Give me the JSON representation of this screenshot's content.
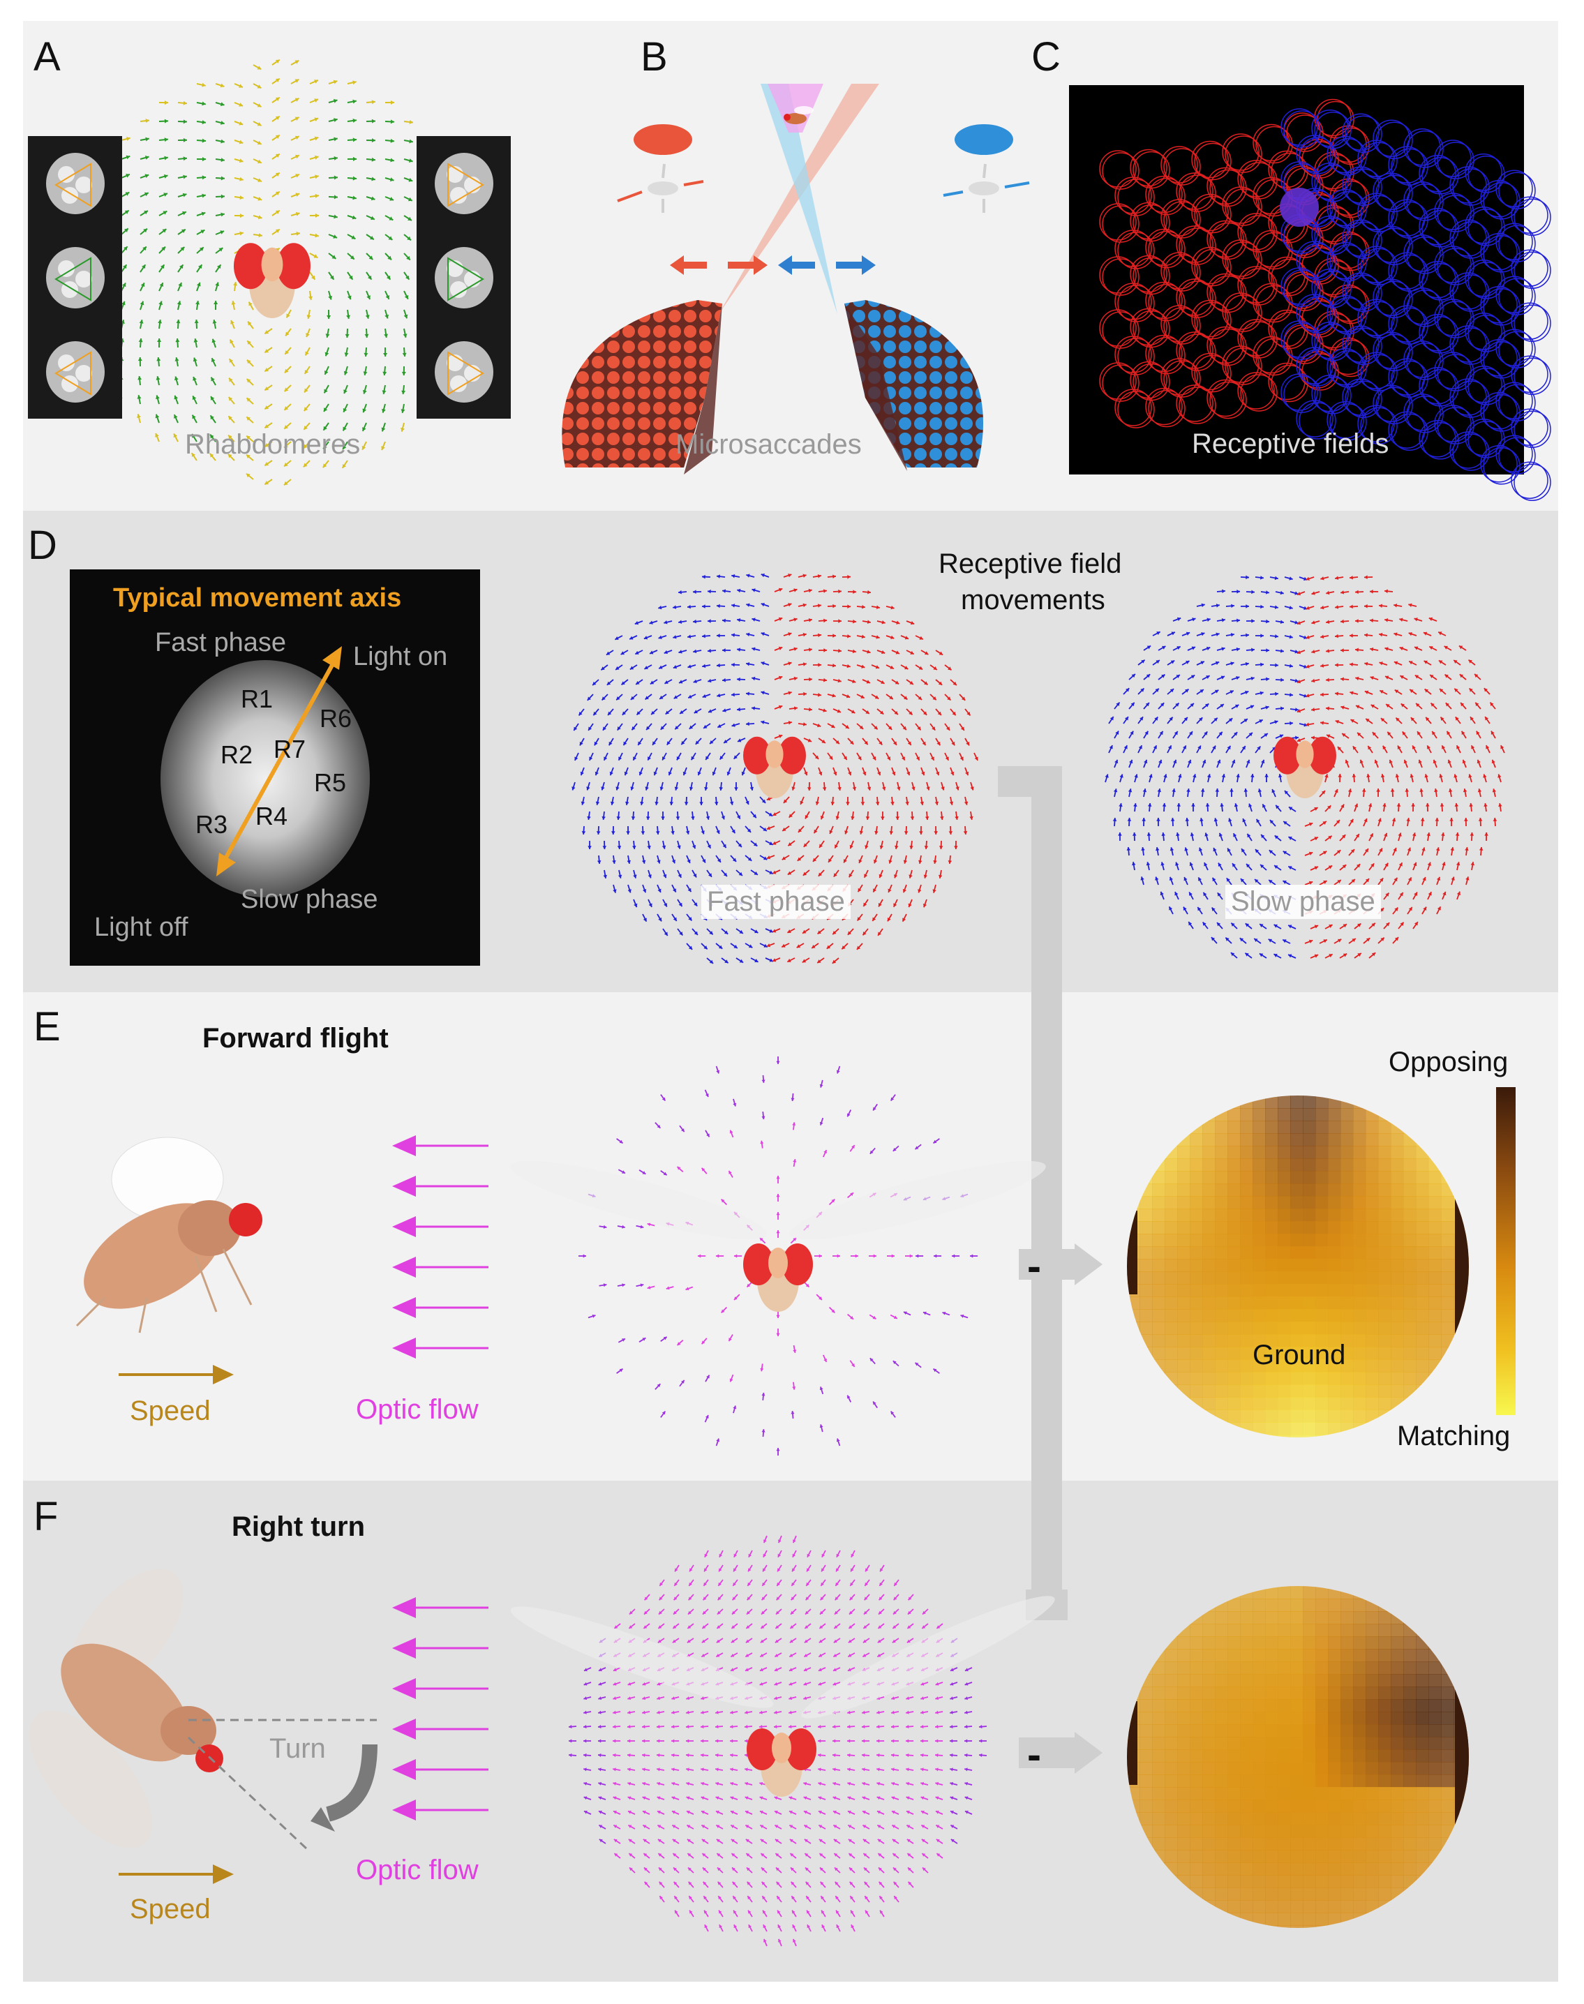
{
  "panels": {
    "A": {
      "label": "A",
      "caption": "Rhabdomeres"
    },
    "B": {
      "label": "B",
      "caption": "Microsaccades"
    },
    "C": {
      "label": "C",
      "caption": "Receptive fields"
    },
    "D": {
      "label": "D",
      "inset_title": "Typical movement axis",
      "fast_phase": "Fast phase",
      "slow_phase": "Slow phase",
      "light_on": "Light on",
      "light_off": "Light off",
      "photoreceptors": [
        "R1",
        "R2",
        "R3",
        "R4",
        "R5",
        "R6",
        "R7"
      ],
      "rf_title_line1": "Receptive field",
      "rf_title_line2": "movements",
      "sphere1_caption": "Fast phase",
      "sphere2_caption": "Slow phase"
    },
    "E": {
      "label": "E",
      "title": "Forward flight",
      "speed": "Speed",
      "optic_flow": "Optic flow",
      "minus": "-",
      "heatmap_label": "Ground",
      "colorbar_top": "Opposing",
      "colorbar_bottom": "Matching"
    },
    "F": {
      "label": "F",
      "title": "Right turn",
      "turn": "Turn",
      "speed": "Speed",
      "optic_flow": "Optic flow",
      "minus": "-"
    }
  },
  "colors": {
    "left_eye": "#e8553a",
    "right_eye": "#2f8fd8",
    "rf_red": "#e02020",
    "rf_blue": "#2020d8",
    "flow_magenta": "#e040e0",
    "flow_purple": "#9a30e0",
    "speed_gold": "#b8861b",
    "axis_orange": "#f0a020",
    "arrow_green": "#2a9a2a",
    "arrow_yellow": "#d8c020"
  }
}
